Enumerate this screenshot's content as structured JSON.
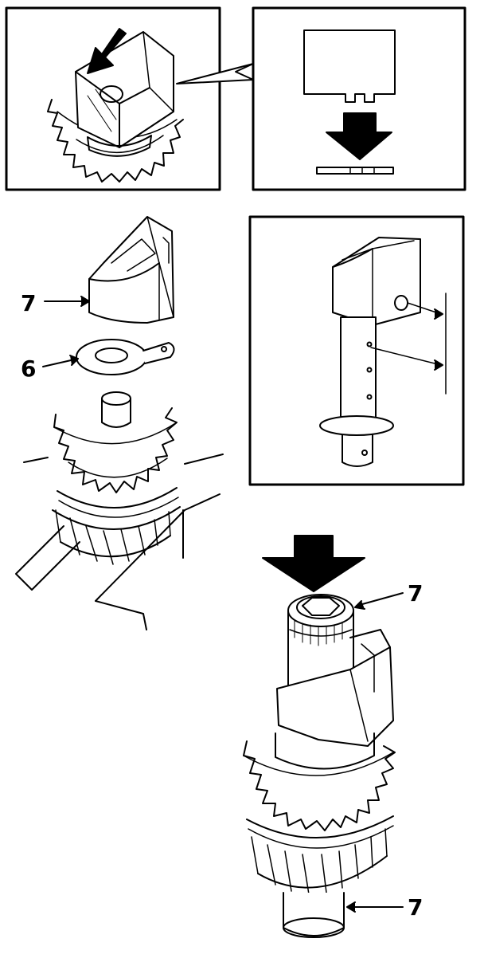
{
  "callouts": {
    "lock_plate_upper": "7",
    "thrust_washer": "6",
    "socket_tool": "7",
    "shaft_end": "7"
  },
  "colors": {
    "ink": "#000000",
    "paper": "#ffffff"
  }
}
